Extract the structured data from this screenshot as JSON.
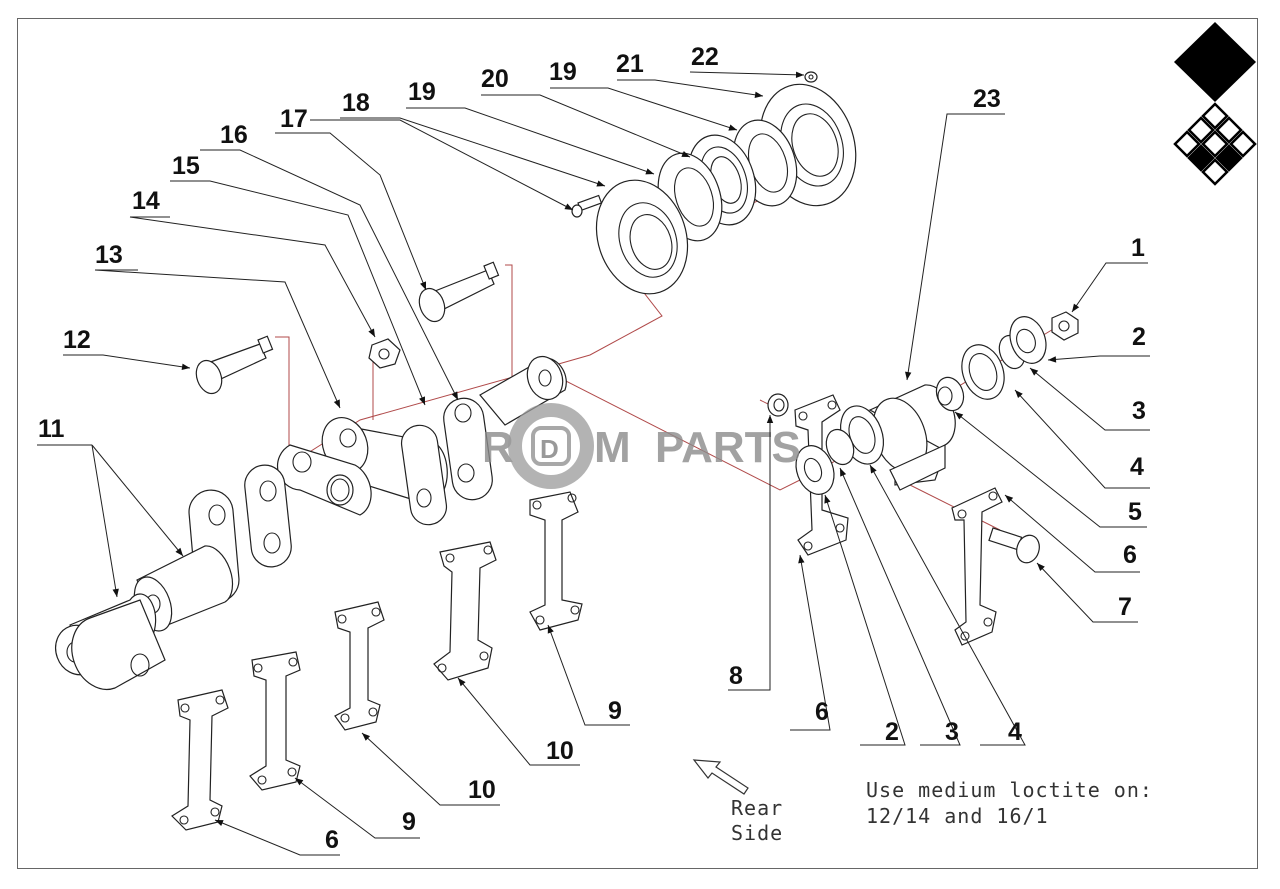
{
  "watermark": {
    "text_left": "R",
    "text_mid": "M",
    "text_right": "PARTS",
    "logo_letter": "D"
  },
  "callouts": [
    {
      "id": "c1",
      "label": "1"
    },
    {
      "id": "c2",
      "label": "2"
    },
    {
      "id": "c3",
      "label": "3"
    },
    {
      "id": "c4",
      "label": "4"
    },
    {
      "id": "c5",
      "label": "5"
    },
    {
      "id": "c6",
      "label": "6"
    },
    {
      "id": "c7",
      "label": "7"
    },
    {
      "id": "c8",
      "label": "8"
    },
    {
      "id": "c6b",
      "label": "6"
    },
    {
      "id": "c2b",
      "label": "2"
    },
    {
      "id": "c3b",
      "label": "3"
    },
    {
      "id": "c4b",
      "label": "4"
    },
    {
      "id": "c9",
      "label": "9"
    },
    {
      "id": "c10",
      "label": "10"
    },
    {
      "id": "c10b",
      "label": "10"
    },
    {
      "id": "c9b",
      "label": "9"
    },
    {
      "id": "c6c",
      "label": "6"
    },
    {
      "id": "c11",
      "label": "11"
    },
    {
      "id": "c12",
      "label": "12"
    },
    {
      "id": "c13",
      "label": "13"
    },
    {
      "id": "c14",
      "label": "14"
    },
    {
      "id": "c15",
      "label": "15"
    },
    {
      "id": "c16",
      "label": "16"
    },
    {
      "id": "c17",
      "label": "17"
    },
    {
      "id": "c18",
      "label": "18"
    },
    {
      "id": "c19",
      "label": "19"
    },
    {
      "id": "c20",
      "label": "20"
    },
    {
      "id": "c19b",
      "label": "19"
    },
    {
      "id": "c21",
      "label": "21"
    },
    {
      "id": "c22",
      "label": "22"
    },
    {
      "id": "c23",
      "label": "23"
    }
  ],
  "direction": {
    "line1": "Rear",
    "line2": "Side"
  },
  "note": {
    "line1": "Use medium loctite on:",
    "line2": "12/14 and 16/1"
  }
}
